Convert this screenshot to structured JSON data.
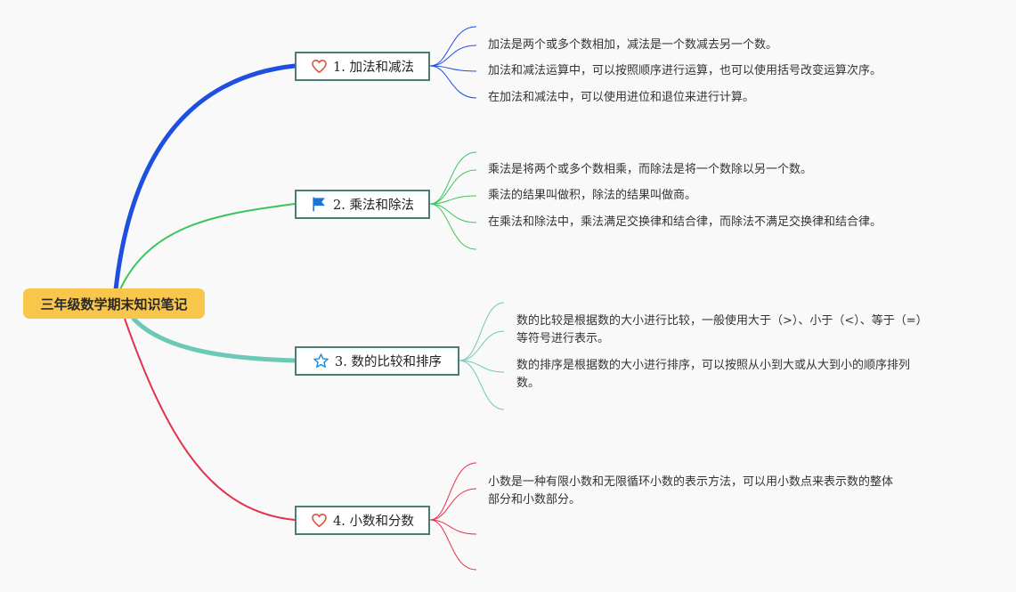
{
  "root": {
    "title": "三年级数学期末知识笔记"
  },
  "topics": [
    {
      "label": "1. 加法和减法",
      "icon": "heart-icon",
      "color": "#1f4fe0",
      "notes": [
        "加法是两个或多个数相加，减法是一个数减去另一个数。",
        "加法和减法运算中，可以按照顺序进行运算，也可以使用括号改变运算次序。",
        "在加法和减法中，可以使用进位和退位来进行计算。"
      ]
    },
    {
      "label": "2. 乘法和除法",
      "icon": "flag-icon",
      "color": "#3cc45c",
      "notes": [
        "乘法是将两个或多个数相乘，而除法是将一个数除以另一个数。",
        "乘法的结果叫做积，除法的结果叫做商。",
        "在乘法和除法中，乘法满足交换律和结合律，而除法不满足交换律和结合律。"
      ]
    },
    {
      "label": "3. 数的比较和排序",
      "icon": "star-icon",
      "color": "#6cc9b8",
      "notes": [
        "数的比较是根据数的大小进行比较，一般使用大于（>）、小于（<）、等于（=）",
        "等符号进行表示。",
        "数的排序是根据数的大小进行排序，可以按照从小到大或从大到小的顺序排列",
        "数。"
      ]
    },
    {
      "label": "4. 小数和分数",
      "icon": "heart-icon",
      "color": "#e2334e",
      "notes": [
        "小数是一种有限小数和无限循环小数的表示方法，可以用小数点来表示数的整体",
        "部分和小数部分。"
      ]
    }
  ]
}
